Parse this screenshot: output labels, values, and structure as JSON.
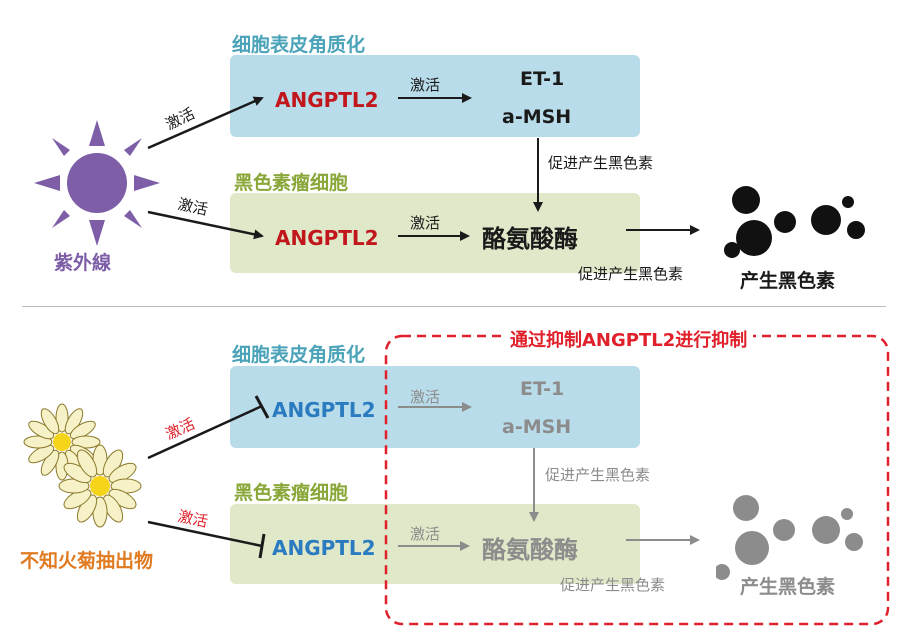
{
  "top": {
    "source_label": "紫外線",
    "activate_left_1": "激活",
    "activate_left_2": "激活",
    "keratinocyte_title": "细胞表皮角质化",
    "melanocyte_title": "黑色素瘤细胞",
    "angptl2_k": "ANGPTL2",
    "angptl2_m": "ANGPTL2",
    "activate_k": "激活",
    "activate_m": "激活",
    "et1": "ET-1",
    "amsh": "a-MSH",
    "promote_vertical": "促进产生黑色素",
    "tyrosinase": "酪氨酸酶",
    "promote_bottom": "促进产生黑色素",
    "result": "产生黑色素"
  },
  "bottom": {
    "source_label": "不知火菊抽出物",
    "activate_left_1": "激活",
    "activate_left_2": "激活",
    "keratinocyte_title": "细胞表皮角质化",
    "melanocyte_title": "黑色素瘤细胞",
    "angptl2_k": "ANGPTL2",
    "angptl2_m": "ANGPTL2",
    "activate_k": "激活",
    "activate_m": "激活",
    "et1": "ET-1",
    "amsh": "a-MSH",
    "promote_vertical": "促进产生黑色素",
    "tyrosinase": "酪氨酸酶",
    "promote_bottom": "促进产生黑色素",
    "result": "产生黑色素",
    "inhibit_label": "通过抑制ANGPTL2进行抑制"
  },
  "colors": {
    "keratinocyte_box": "#b9dcea",
    "melanocyte_box": "#dfe8c8",
    "angptl2_top": "#c0161c",
    "angptl2_bottom": "#2a7bc0",
    "sun": "#7d5ea7",
    "flower_source": "#e07b22",
    "inhibit_border": "#e0202a"
  }
}
